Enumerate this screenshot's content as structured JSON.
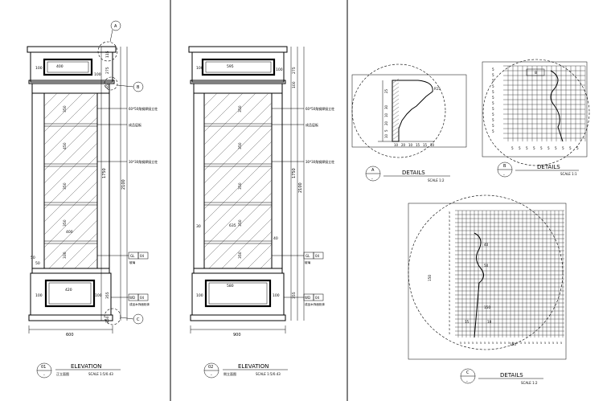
{
  "sheet": {
    "elevation1": {
      "number": "01",
      "title": "ELEVATION",
      "subtitle": "正立面图",
      "scale": "SCALE 1:5/0.43",
      "width_dim": "600",
      "total_height": "2100",
      "body_height": "1750",
      "shelf_dims": [
        "350",
        "450",
        "350",
        "350",
        "330"
      ],
      "top_dims": [
        "100",
        "400",
        "100",
        "65",
        "275",
        "115"
      ],
      "bottom_dims": [
        "100",
        "420",
        "100",
        "355",
        "150",
        "50"
      ],
      "inner_width": "400",
      "notes": [
        "60*50角钢焊接立柱",
        "成品层板",
        "30*30角钢焊接立柱"
      ],
      "tag_top": "A",
      "tag_mid": "B",
      "tag_bottom": "C",
      "tag_side": "50",
      "legend_a": [
        "GL",
        "04"
      ],
      "legend_a_sub": "玻璃",
      "legend_b": [
        "WD",
        "04"
      ],
      "legend_b_sub": "成品木饰面柜体"
    },
    "elevation2": {
      "number": "02",
      "title": "ELEVATION",
      "subtitle": "侧立面图",
      "scale": "SCALE 1:5/0.43",
      "width_dim": "900",
      "total_height": "2100",
      "body_height": "1750",
      "shelf_dims": [
        "350",
        "350",
        "350",
        "350",
        "350"
      ],
      "top_dims": [
        "100",
        "595",
        "100",
        "275",
        "100"
      ],
      "bottom_dims": [
        "100",
        "580",
        "100",
        "355"
      ],
      "inner_width": "635",
      "notes": [
        "60*50角钢焊接立柱",
        "成品层板",
        "30*30角钢焊接立柱"
      ],
      "side_dims": [
        "30",
        "40"
      ],
      "legend_a": [
        "GL",
        "04"
      ],
      "legend_a_sub": "玻璃",
      "legend_b": [
        "WD",
        "04"
      ],
      "legend_b_sub": "成品木饰面柜体"
    },
    "detailA": {
      "tag": "A",
      "title": "DETAILS",
      "scale": "SCALE 1:2",
      "dims_v": [
        "25",
        "30",
        "10",
        "20",
        "5",
        "10"
      ],
      "dims_h": [
        "10",
        "20",
        "10",
        "15",
        "15",
        "10"
      ],
      "note": "R15"
    },
    "detailB": {
      "tag": "B",
      "title": "DETAILS",
      "scale": "SCALE 1:1",
      "dim": "8"
    },
    "detailC": {
      "tag": "C",
      "title": "DETAILS",
      "scale": "SCALE 1:2",
      "dims": [
        "150",
        "40",
        "50",
        "150",
        "10",
        "150",
        "15"
      ]
    }
  }
}
